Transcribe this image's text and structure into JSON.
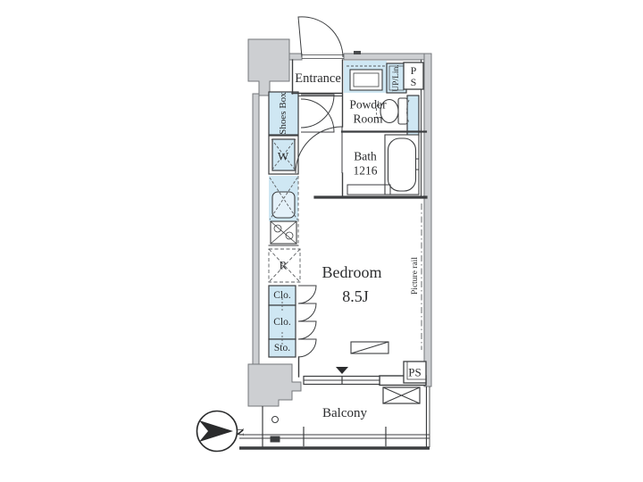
{
  "plan": {
    "rooms": {
      "entrance": "Entrance",
      "powder_room_line1": "Powder",
      "powder_room_line2": "Room",
      "bath_line1": "Bath",
      "bath_line2": "1216",
      "bedroom": "Bedroom",
      "bedroom_size": "8.5J",
      "balcony": "Balcony"
    },
    "fixtures": {
      "shoes_box": "Shoes Box",
      "washing_machine": "W",
      "refrigerator": "R",
      "closet_upper": "Clo.",
      "closet_lower": "Clo.",
      "storage": "Sto.",
      "up_lin": "UP/Lin.",
      "pipe_shaft_top_line1": "P",
      "pipe_shaft_top_line2": "S",
      "pipe_shaft_bottom": "PS",
      "picture_rail": "Picture rail"
    },
    "compass": {
      "north_label": "N"
    },
    "colors": {
      "fixture_blue": "#cfe7f3",
      "wall_gray": "#cdcfd2",
      "line_dark": "#3c3e40"
    }
  }
}
